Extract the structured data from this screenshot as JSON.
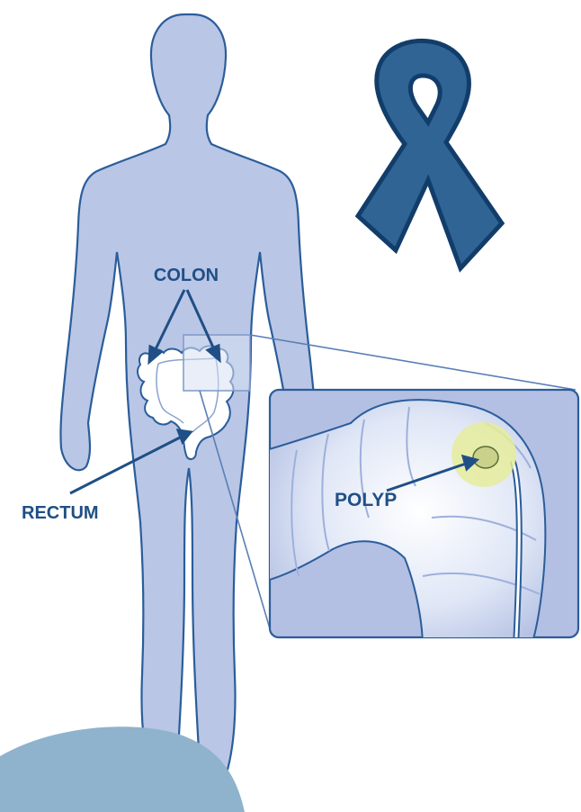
{
  "labels": {
    "colon": "COLON",
    "rectum": "RECTUM",
    "polyp": "POLYP"
  },
  "colors": {
    "body_fill": "#b9c6e6",
    "body_stroke": "#2b5d9a",
    "label": "#1f4f86",
    "ribbon_fill": "#2f6494",
    "ribbon_stroke": "#123d6a",
    "inset_bg": "#b3c0e3",
    "polyp_highlight": "#e6ec9b",
    "corner_arc": "#8fb3cc"
  },
  "icons": [
    "awareness-ribbon-icon"
  ]
}
